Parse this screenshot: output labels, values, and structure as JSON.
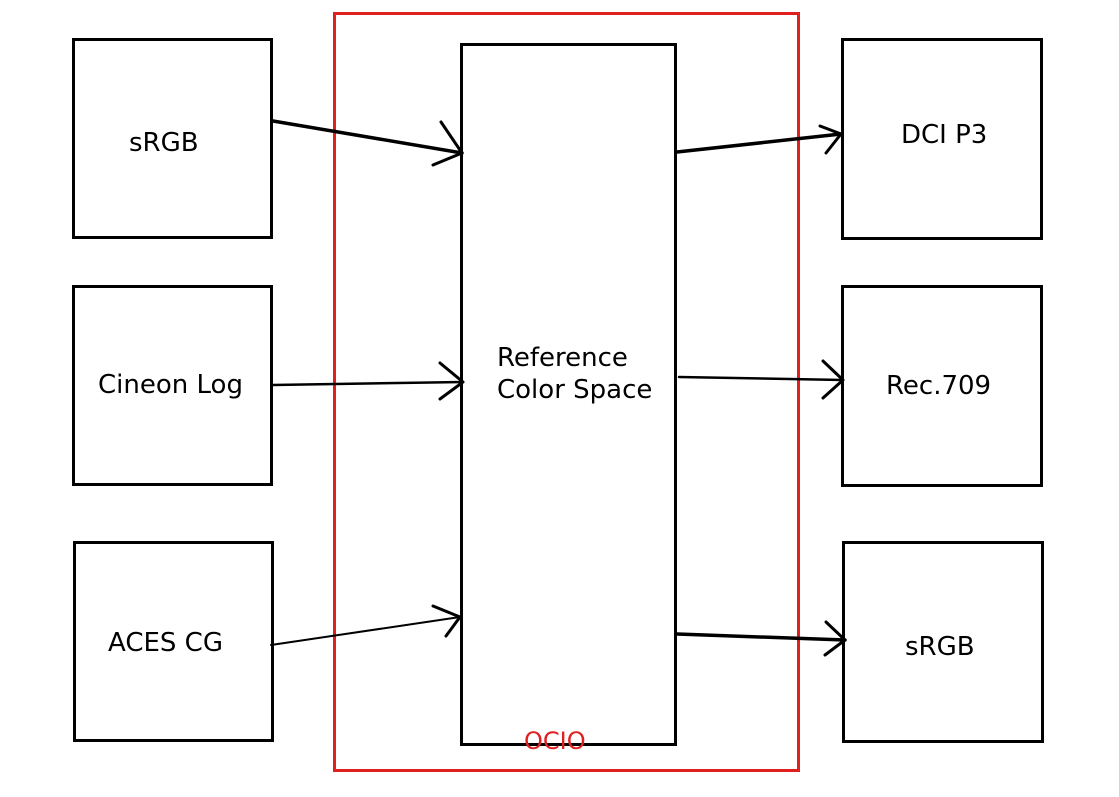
{
  "diagram": {
    "container": {
      "label": "OCIO",
      "color": "#e02020"
    },
    "inputs": [
      {
        "label": "sRGB"
      },
      {
        "label": "Cineon Log"
      },
      {
        "label": "ACES CG"
      }
    ],
    "reference": {
      "line1": "Reference",
      "line2": "Color Space"
    },
    "outputs": [
      {
        "label": "DCI P3"
      },
      {
        "label": "Rec.709"
      },
      {
        "label": "sRGB"
      }
    ]
  }
}
